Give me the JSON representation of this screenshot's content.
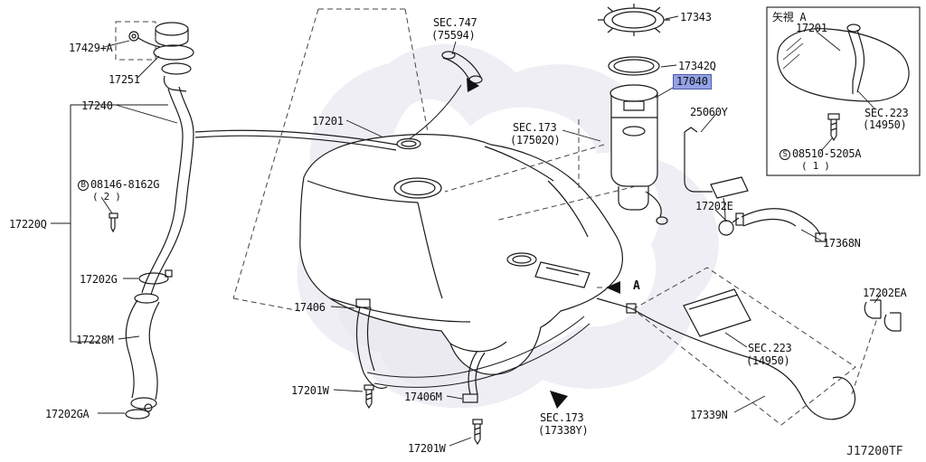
{
  "colors": {
    "highlight_fill": "#93a2e6",
    "highlight_border": "#4d5ca9",
    "line": "#1a1a1a",
    "watermark": "#efeef4"
  },
  "footer": {
    "drawing_code": "J17200TF"
  },
  "view_arrow": {
    "label": "A"
  },
  "callouts": {
    "p17429A": "17429+A",
    "p17251": "17251",
    "p17240": "17240",
    "bolt_prefix": "B",
    "p08146": "08146-8162G",
    "p08146_qty": "( 2 )",
    "p17220Q": "17220Q",
    "p17202G": "17202G",
    "p17228M": "17228M",
    "p17202GA": "17202GA",
    "sec747": "SEC.747",
    "sec747_ref": "(75594)",
    "p17201": "17201",
    "p17343": "17343",
    "p17342Q": "17342Q",
    "p17040": "17040",
    "sec173a": "SEC.173",
    "sec173a_ref": "(17502Q)",
    "p25060Y": "25060Y",
    "p17202E": "17202E",
    "p17368N": "17368N",
    "p17406": "17406",
    "p17201W_a": "17201W",
    "p17406M": "17406M",
    "p17201W_b": "17201W",
    "sec173b": "SEC.173",
    "sec173b_ref": "(17338Y)",
    "p17339N": "17339N",
    "sec223": "SEC.223",
    "sec223_ref": "(14950)",
    "p17202EA": "17202EA"
  },
  "inset": {
    "title": "矢視 A",
    "p17201": "17201",
    "sec223": "SEC.223",
    "sec223_ref": "(14950)",
    "screw_prefix": "S",
    "p08510": "08510-5205A",
    "p08510_qty": "( 1 )"
  }
}
